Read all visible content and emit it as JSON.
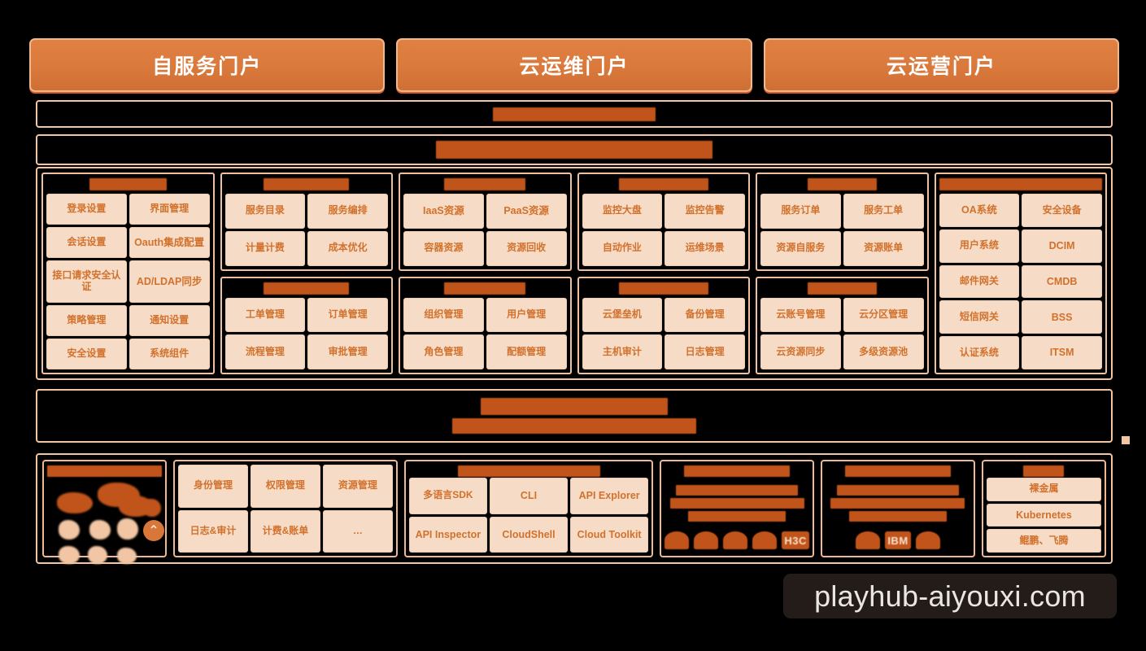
{
  "portals": [
    {
      "label": "自服务门户"
    },
    {
      "label": "云运维门户"
    },
    {
      "label": "云运营门户"
    }
  ],
  "bands": {
    "band_a": {
      "text": "",
      "obscured": true,
      "note": "redacted title band"
    },
    "band_b": {
      "text": "",
      "obscured": true,
      "note": "redacted subtitle band"
    },
    "band_c": {
      "line1": "",
      "line2": "",
      "obscured": true,
      "note": "redacted two-line band"
    }
  },
  "columns": [
    {
      "panels": [
        {
          "header": "",
          "header_obscured": true,
          "cells": [
            "登录设置",
            "界面管理",
            "会话设置",
            "Oauth集成配置",
            "接口请求安全认证",
            "AD/LDAP同步",
            "策略管理",
            "通知设置",
            "安全设置",
            "系统组件"
          ]
        }
      ]
    },
    {
      "panels": [
        {
          "header": "",
          "header_obscured": true,
          "cells": [
            "服务目录",
            "服务编排",
            "计量计费",
            "成本优化"
          ]
        },
        {
          "header": "",
          "header_obscured": true,
          "cells": [
            "工单管理",
            "订单管理",
            "流程管理",
            "审批管理"
          ]
        }
      ]
    },
    {
      "panels": [
        {
          "header": "",
          "header_obscured": true,
          "cells": [
            "IaaS资源",
            "PaaS资源",
            "容器资源",
            "资源回收"
          ]
        },
        {
          "header": "",
          "header_obscured": true,
          "cells": [
            "组织管理",
            "用户管理",
            "角色管理",
            "配额管理"
          ]
        }
      ]
    },
    {
      "panels": [
        {
          "header": "",
          "header_obscured": true,
          "cells": [
            "监控大盘",
            "监控告警",
            "自动作业",
            "运维场景"
          ]
        },
        {
          "header": "",
          "header_obscured": true,
          "cells": [
            "云堡垒机",
            "备份管理",
            "主机审计",
            "日志管理"
          ]
        }
      ]
    },
    {
      "panels": [
        {
          "header": "",
          "header_obscured": true,
          "cells": [
            "服务订单",
            "服务工单",
            "资源自服务",
            "资源账单"
          ]
        },
        {
          "header": "",
          "header_obscured": true,
          "cells": [
            "云账号管理",
            "云分区管理",
            "云资源同步",
            "多级资源池"
          ]
        }
      ]
    },
    {
      "panels": [
        {
          "header": "",
          "header_obscured": true,
          "cells": [
            "OA系统",
            "安全设备",
            "用户系统",
            "DCIM",
            "邮件网关",
            "CMDB",
            "短信网关",
            "BSS",
            "认证系统",
            "ITSM"
          ]
        }
      ]
    }
  ],
  "bottom": [
    {
      "type": "icon-cluster",
      "header": "",
      "header_obscured": true,
      "items": []
    },
    {
      "type": "cells",
      "header": "",
      "header_obscured": false,
      "items": [
        "身份管理",
        "权限管理",
        "资源管理",
        "日志&审计",
        "计费&账单",
        "…"
      ]
    },
    {
      "type": "cells",
      "header": "",
      "header_obscured": true,
      "items": [
        "多语言SDK",
        "CLI",
        "API Explorer",
        "API Inspector",
        "CloudShell",
        "Cloud Toolkit"
      ]
    },
    {
      "type": "logos",
      "header": "",
      "header_obscured": true,
      "logos": [
        "",
        "",
        "",
        "",
        "H3C"
      ]
    },
    {
      "type": "logos",
      "header": "",
      "header_obscured": true,
      "logos": [
        "",
        "IBM",
        ""
      ]
    },
    {
      "type": "cells",
      "header": "",
      "header_obscured": true,
      "items": [
        "裸金属",
        "Kubernetes",
        "鲲鹏、飞腾"
      ]
    }
  ],
  "watermark": {
    "text": "playhub-aiyouxi.com"
  },
  "colors": {
    "portal_bg": "#d9793c",
    "portal_border": "#f0b98c",
    "cell_bg": "#f6dcc6",
    "cell_text": "#d2712c",
    "frame_border": "#f3c5a2",
    "redacted": "#c1541a",
    "page_bg": "#000000"
  }
}
